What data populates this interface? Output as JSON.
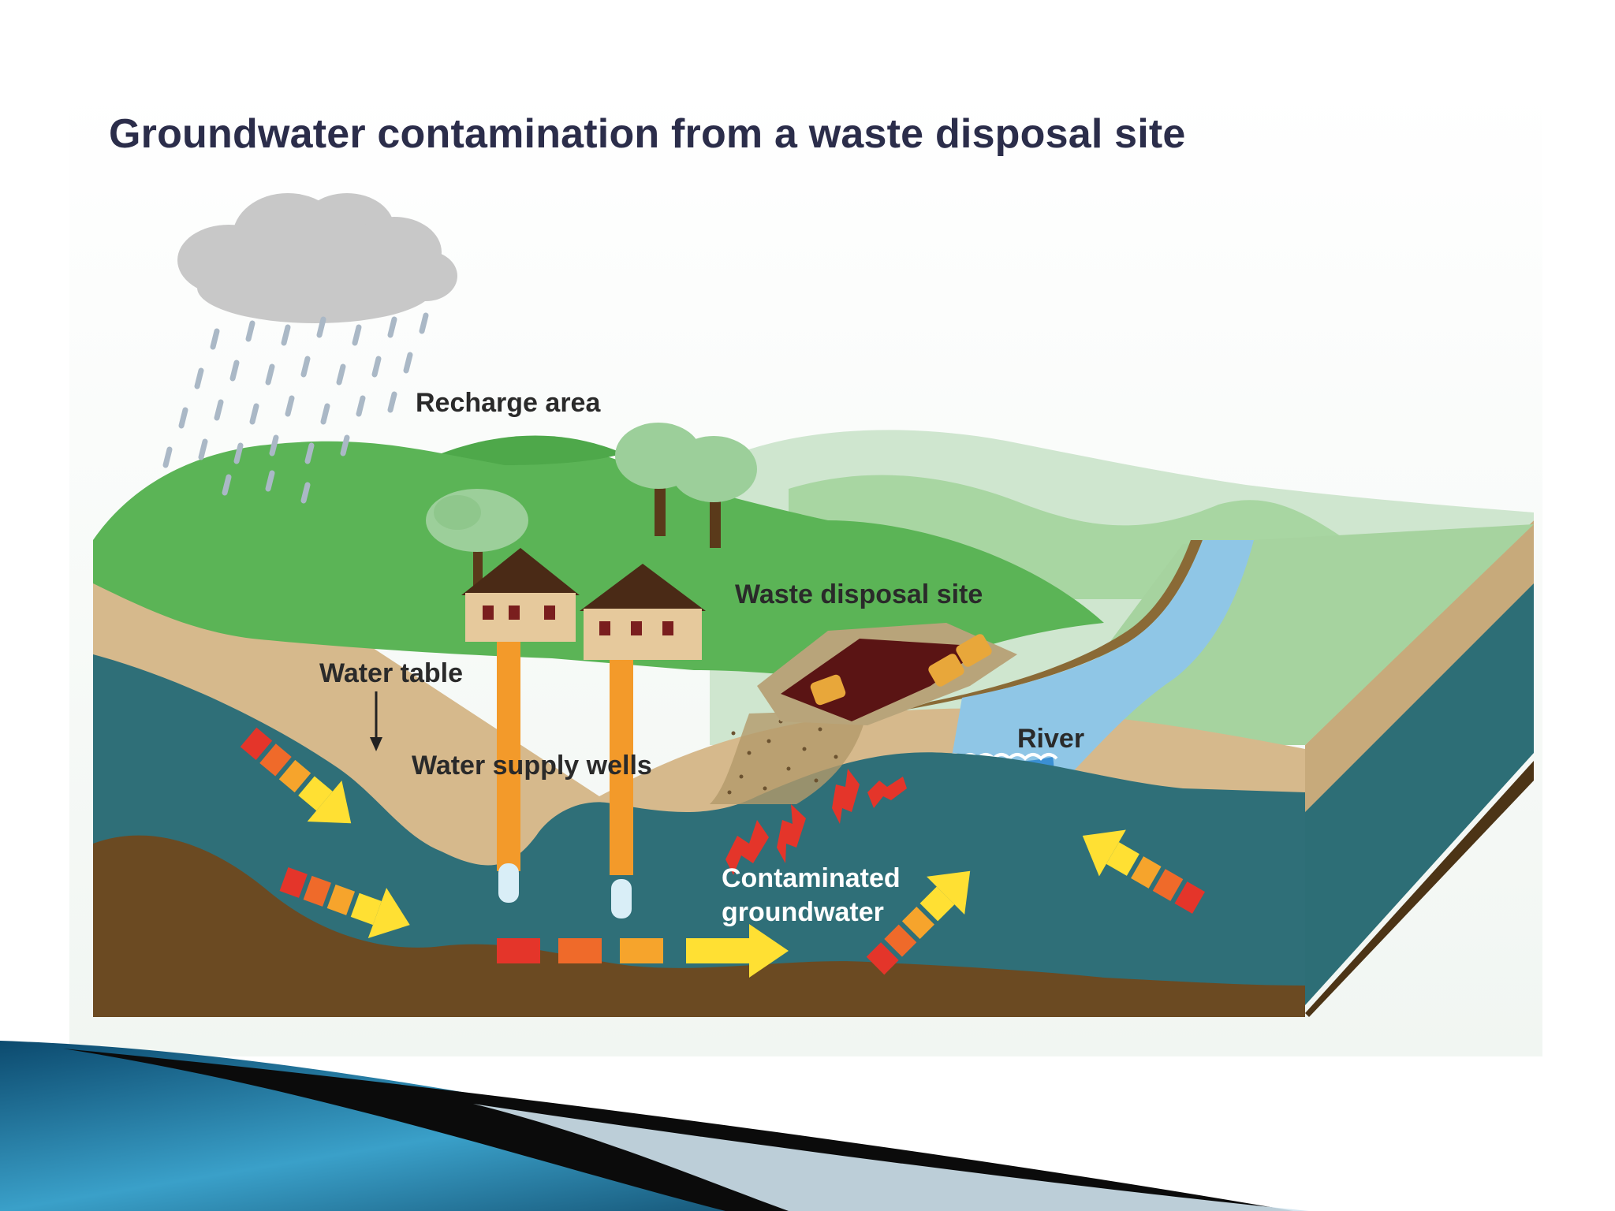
{
  "diagram": {
    "title": "Groundwater contamination from a waste disposal site",
    "labels": {
      "recharge_area": "Recharge area",
      "waste_disposal_site": "Waste disposal site",
      "water_table": "Water table",
      "water_supply_wells": "Water supply wells",
      "river": "River",
      "contaminated_line1": "Contaminated",
      "contaminated_line2": "groundwater"
    },
    "colors": {
      "title": "#2b2d4a",
      "aquifer": "#2f6f78",
      "soil": "#d6b98c",
      "bedrock": "#6b4a22",
      "grass": "#5bb456",
      "hills": "#9fd49a",
      "river": "#7fc3e6",
      "well": "#f39a2a",
      "flow_arrow": "#ffe033",
      "contaminant": "#e23d2d"
    }
  }
}
